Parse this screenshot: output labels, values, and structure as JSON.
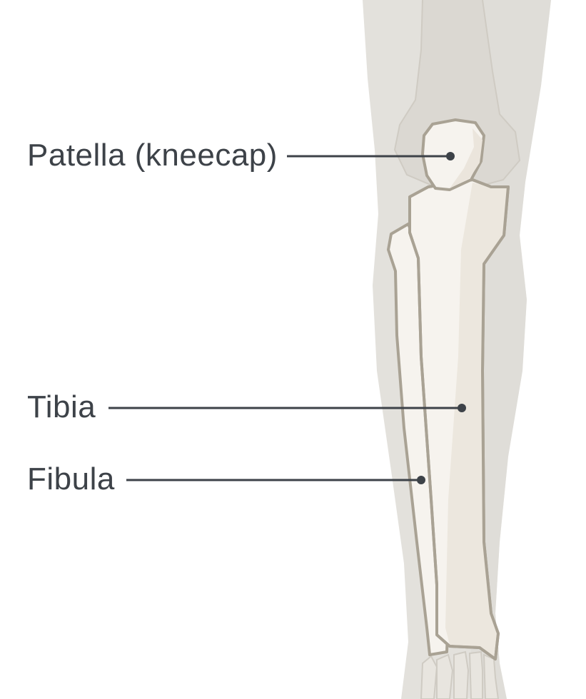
{
  "labels": {
    "patella": "Patella (kneecap)",
    "tibia": "Tibia",
    "fibula": "Fibula"
  },
  "colors": {
    "skin": "#e3e1dc",
    "skin_shadow": "#d9d7d1",
    "bone_fill": "#f6f3ee",
    "bone_shade": "#ebe5dc",
    "bone_outline": "#a9a294",
    "text": "#3d4248"
  }
}
